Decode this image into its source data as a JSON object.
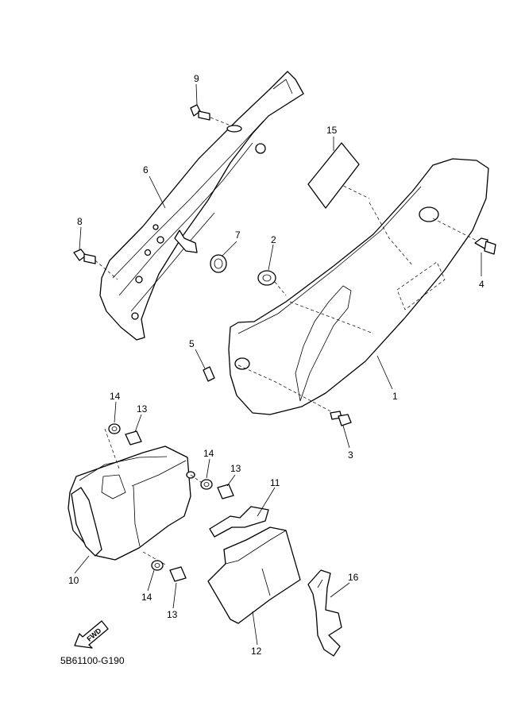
{
  "diagram": {
    "code": "5B61100-G190",
    "direction_label": "FWD",
    "callouts": [
      "1",
      "2",
      "3",
      "4",
      "5",
      "6",
      "7",
      "8",
      "9",
      "10",
      "11",
      "12",
      "13",
      "13",
      "13",
      "14",
      "14",
      "14",
      "15",
      "16"
    ]
  }
}
